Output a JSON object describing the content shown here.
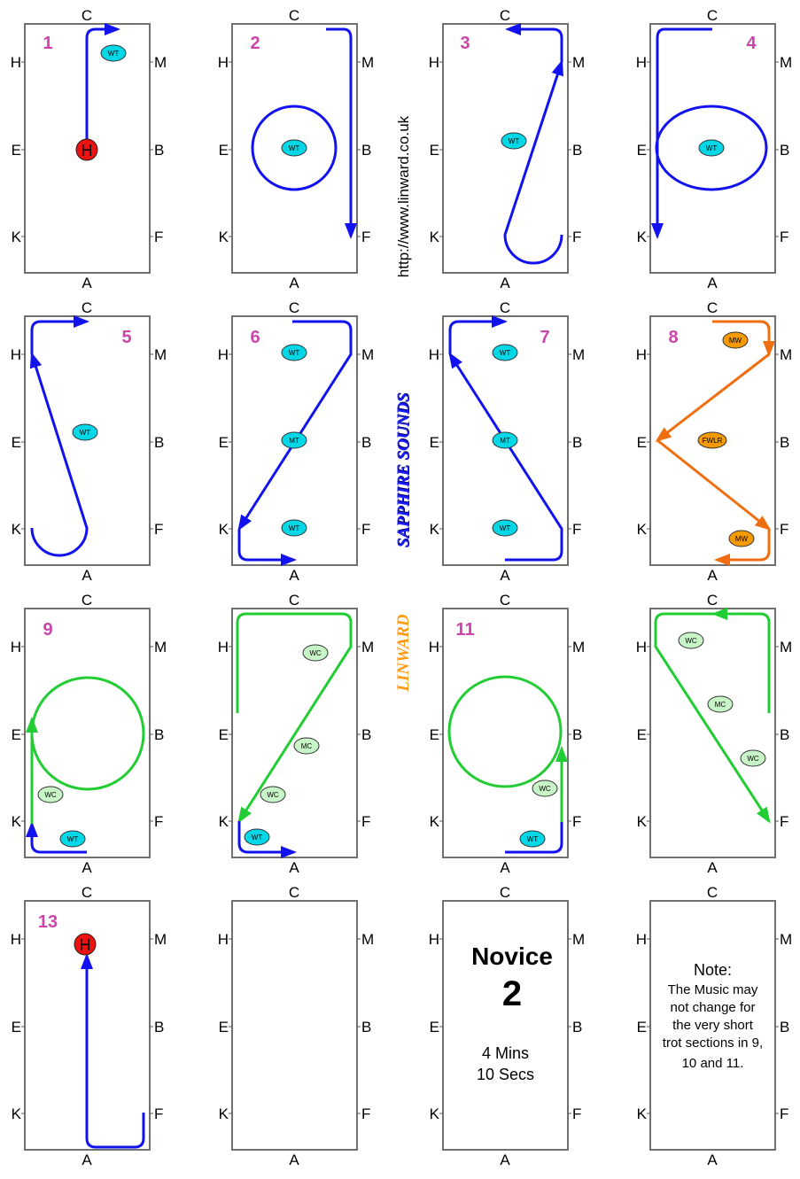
{
  "side_texts": {
    "url": "http://www.linward.co.uk",
    "brand1": "SAPPHIRE SOUNDS",
    "brand2": "LINWARD"
  },
  "arena_letters": {
    "top": "C",
    "bottom": "A",
    "left": [
      "H",
      "E",
      "K"
    ],
    "right": [
      "M",
      "B",
      "F"
    ]
  },
  "colors": {
    "walk": "#ee6e10",
    "trot": "#1212ee",
    "canter": "#22cc33",
    "number": "#cc44aa",
    "oval_trot": "#00d8e8",
    "oval_canter": "#c8f5c8",
    "oval_walk": "#f59a00",
    "halt": "#ee1111"
  },
  "panels": [
    {
      "number": "1",
      "ovals": [
        "WT"
      ],
      "halt": "H"
    },
    {
      "number": "2",
      "ovals": [
        "WT"
      ]
    },
    {
      "number": "3",
      "ovals": [
        "WT"
      ]
    },
    {
      "number": "4",
      "ovals": [
        "WT"
      ]
    },
    {
      "number": "5",
      "ovals": [
        "WT"
      ]
    },
    {
      "number": "6",
      "ovals": [
        "WT",
        "MT",
        "WT"
      ]
    },
    {
      "number": "7",
      "ovals": [
        "WT",
        "MT",
        "WT"
      ]
    },
    {
      "number": "8",
      "ovals": [
        "MW",
        "FWLR",
        "MW"
      ]
    },
    {
      "number": "9",
      "ovals": [
        "WC",
        "WT"
      ]
    },
    {
      "number": "",
      "ovals": [
        "WC",
        "MC",
        "WC",
        "WT"
      ]
    },
    {
      "number": "11",
      "ovals": [
        "WC",
        "WT"
      ]
    },
    {
      "number": "",
      "ovals": [
        "WC",
        "MC",
        "WC"
      ]
    },
    {
      "number": "13",
      "ovals": [],
      "halt": "H"
    },
    {
      "number": "",
      "ovals": []
    },
    {
      "number": "",
      "ovals": []
    },
    {
      "number": "",
      "ovals": []
    }
  ],
  "test_info": {
    "level": "Novice",
    "number": "2",
    "duration_mins": "4 Mins",
    "duration_secs": "10 Secs"
  },
  "note": {
    "title": "Note:",
    "lines": [
      "The Music may",
      "not change for",
      "the very short",
      "trot sections in 9,",
      "10 and 11."
    ]
  }
}
